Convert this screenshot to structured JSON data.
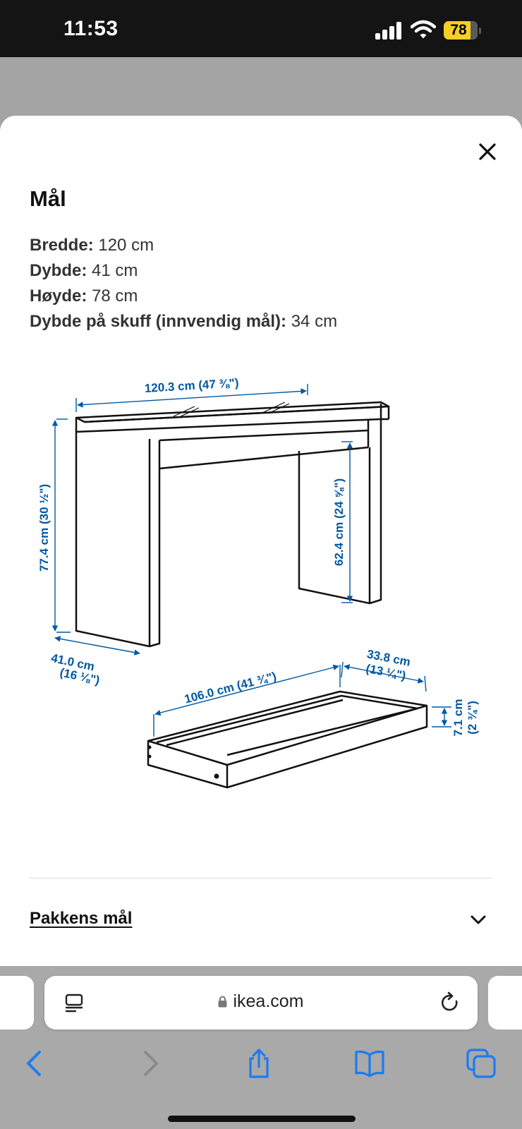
{
  "status_bar": {
    "time": "11:53",
    "battery_level": "78"
  },
  "sheet": {
    "title": "Mål",
    "specs": [
      {
        "label": "Bredde:",
        "value": "120 cm"
      },
      {
        "label": "Dybde:",
        "value": "41 cm"
      },
      {
        "label": "Høyde:",
        "value": "78 cm"
      },
      {
        "label": "Dybde på skuff (innvendig mål):",
        "value": "34 cm"
      }
    ],
    "drawing": {
      "width_label": "120.3 cm (47 ⅜\")",
      "height_label": "77.4 cm (30 ½\")",
      "leg_height_label": "62.4 cm (24 ⅝\")",
      "depth_label_1": "41.0 cm",
      "depth_label_2": "(16 ⅛\")",
      "drawer_length_label": "106.0 cm (41 ¾\")",
      "drawer_depth_label_1": "33.8 cm",
      "drawer_depth_label_2": "(13 ¼\")",
      "drawer_height_label_1": "7.1 cm",
      "drawer_height_label_2": "(2 ¾\")",
      "dimension_color": "#0058a3"
    },
    "package_section_label": "Pakkens mål"
  },
  "browser": {
    "url": "ikea.com",
    "accent_color": "#1a7cf0",
    "icons": {
      "reader": "reader-mode-icon",
      "lock": "lock-icon",
      "reload": "reload-icon",
      "back": "back-chevron-icon",
      "forward": "forward-chevron-icon",
      "share": "share-icon",
      "bookmarks": "bookmarks-icon",
      "tabs": "tabs-icon"
    }
  }
}
